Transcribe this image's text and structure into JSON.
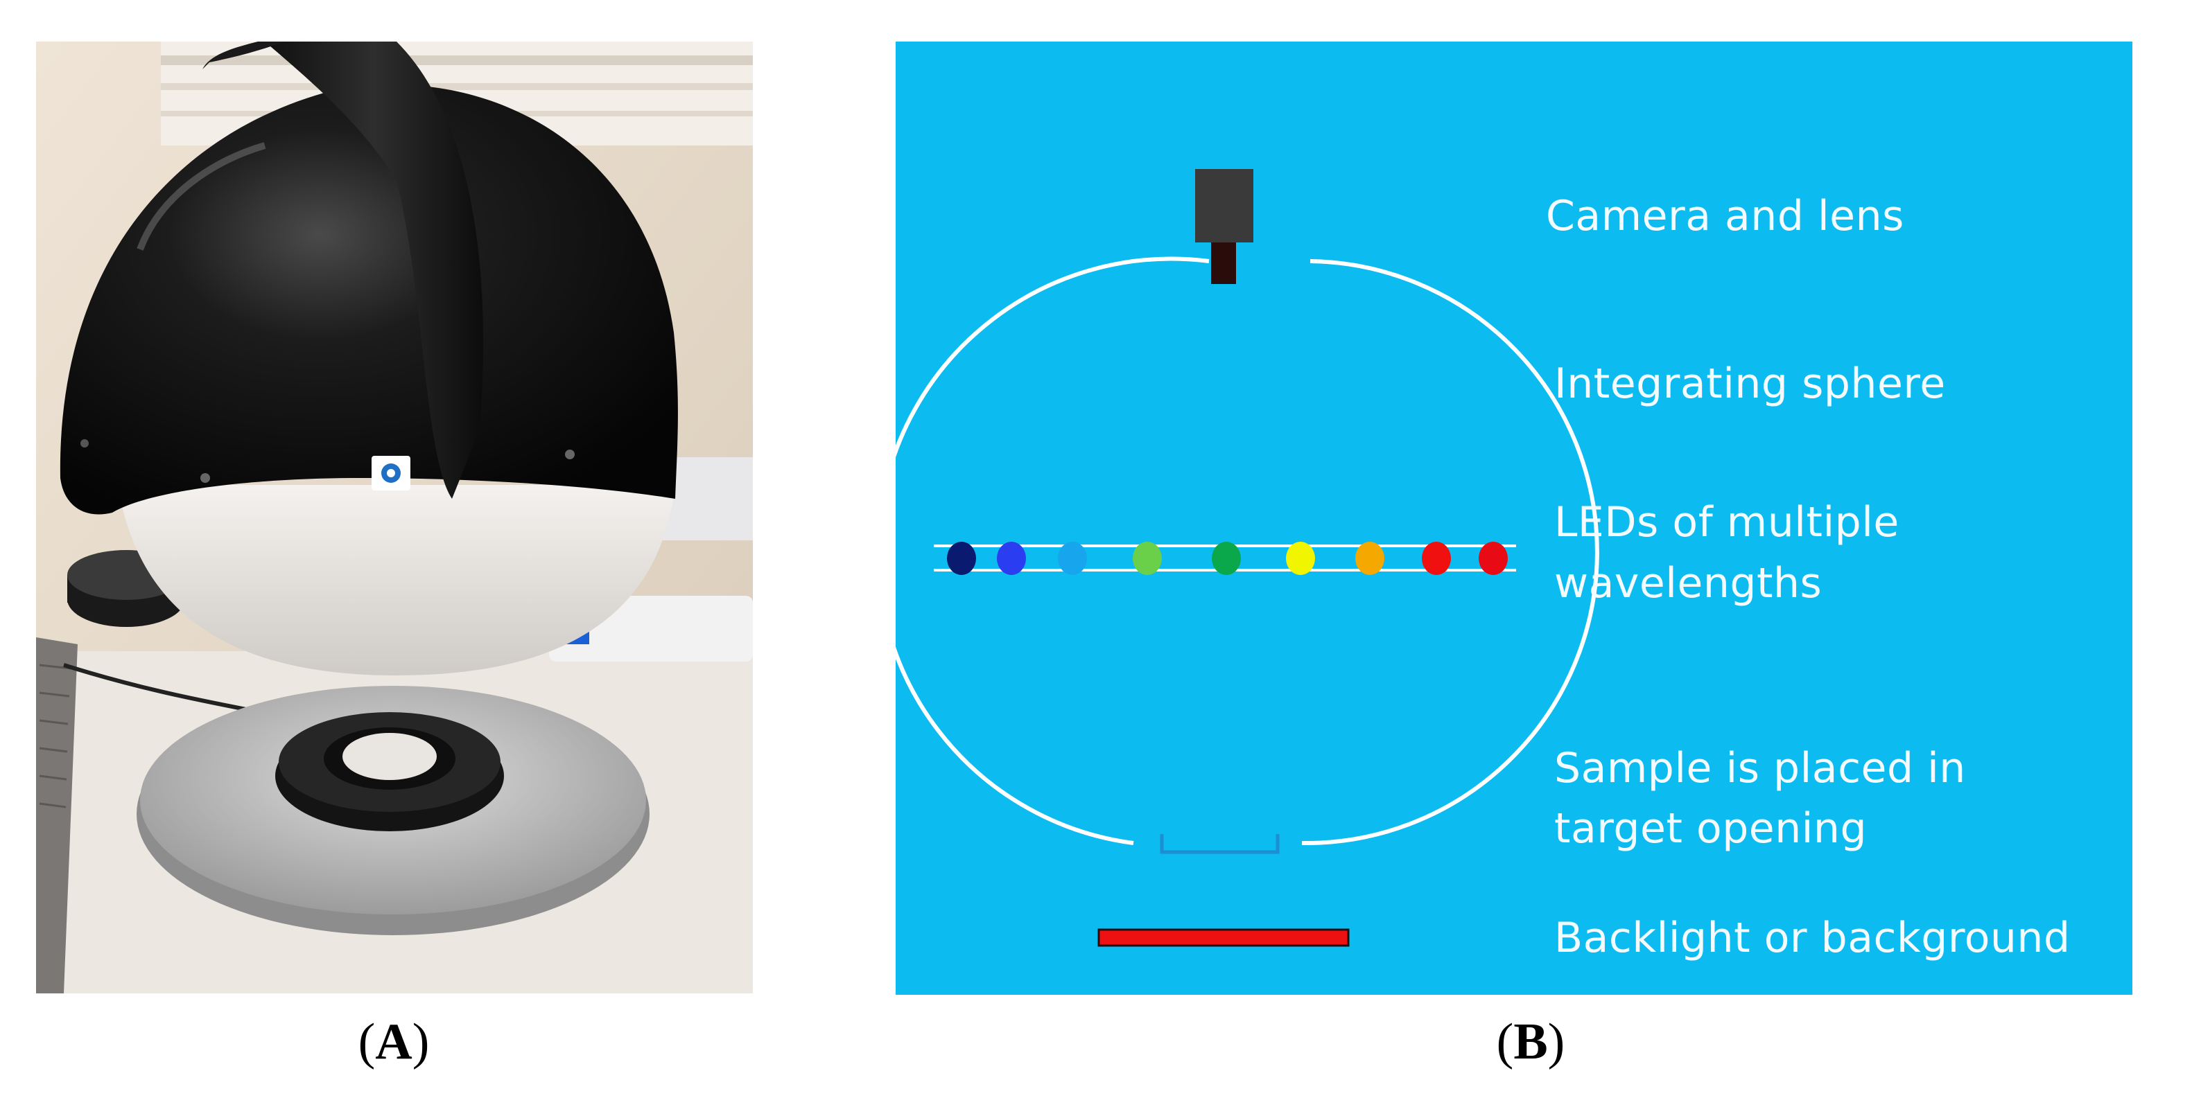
{
  "panel_a": {
    "caption_letter": "A",
    "object_depicted": "hemispherical multispectral imaging instrument photograph"
  },
  "panel_b": {
    "caption_letter": "B",
    "background_color": "#0cbbef",
    "labels": {
      "camera": "Camera and lens",
      "sphere": "Integrating sphere",
      "leds_line1": "LEDs of multiple",
      "leds_line2": "wavelengths",
      "sample_line1": "Sample is placed in",
      "sample_line2": "target opening",
      "backlight": "Backlight or background"
    },
    "led_colors": [
      "#0a1a6e",
      "#2b3df0",
      "#17a6ee",
      "#6ad04a",
      "#0aa84a",
      "#f2f500",
      "#f5a800",
      "#f01010",
      "#e80a14"
    ],
    "backlight_color": "#ee1111"
  }
}
